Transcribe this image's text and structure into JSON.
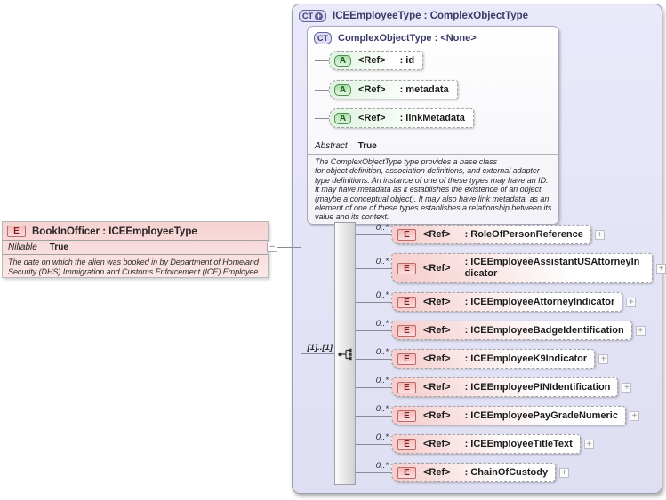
{
  "left_element": {
    "badge": "E",
    "title": "BookInOfficer : ICEEmployeeType",
    "property": {
      "label": "Nillable",
      "value": "True"
    },
    "description_lines": [
      "The date on which the alien was booked in by Department of Homeland",
      "Security (DHS) Immigration and Customs Enforcement (ICE) Employee."
    ]
  },
  "connector": {
    "collapse_glyph": "–",
    "expand_glyph": "+"
  },
  "container": {
    "badge": "CT",
    "badge_plus": "+",
    "title": "ICEEmployeeType : ComplexObjectType",
    "base_type": {
      "badge": "CT",
      "title": "ComplexObjectType : <None>",
      "attributes": [
        {
          "badge": "A",
          "ref": "<Ref>",
          "name": ": id"
        },
        {
          "badge": "A",
          "ref": "<Ref>",
          "name": ": metadata"
        },
        {
          "badge": "A",
          "ref": "<Ref>",
          "name": ": linkMetadata"
        }
      ],
      "property": {
        "label": "Abstract",
        "value": "True"
      },
      "description_lines": [
        "The ComplexObjectType type provides a base class",
        "for object definition, association definitions, and external adapter",
        "type definitions. An instance of one of these types may have an ID.",
        "It may have metadata as it establishes the existence of an object",
        "(maybe a conceptual object). It may also have link metadata, as an",
        "element of one of these types establishes a relationship between its",
        "value and its context."
      ]
    },
    "sequence": {
      "cardinality": "[1]..[1]",
      "elements": [
        {
          "badge": "E",
          "occurs": "0..*",
          "ref": "<Ref>",
          "name": ": RoleOfPersonReference"
        },
        {
          "badge": "E",
          "occurs": "0..*",
          "ref": "<Ref>",
          "name": ": ICEEmployeeAssistantUSAttorneyIndicator"
        },
        {
          "badge": "E",
          "occurs": "0..*",
          "ref": "<Ref>",
          "name": ": ICEEmployeeAttorneyIndicator"
        },
        {
          "badge": "E",
          "occurs": "0..*",
          "ref": "<Ref>",
          "name": ": ICEEmployeeBadgeIdentification"
        },
        {
          "badge": "E",
          "occurs": "0..*",
          "ref": "<Ref>",
          "name": ": ICEEmployeeK9Indicator"
        },
        {
          "badge": "E",
          "occurs": "0..*",
          "ref": "<Ref>",
          "name": ": ICEEmployeePINIdentification"
        },
        {
          "badge": "E",
          "occurs": "0..*",
          "ref": "<Ref>",
          "name": ": ICEEmployeePayGradeNumeric"
        },
        {
          "badge": "E",
          "occurs": "0..*",
          "ref": "<Ref>",
          "name": ": ICEEmployeeTitleText"
        },
        {
          "badge": "E",
          "occurs": "0..*",
          "ref": "<Ref>",
          "name": ": ChainOfCustody"
        }
      ]
    }
  }
}
